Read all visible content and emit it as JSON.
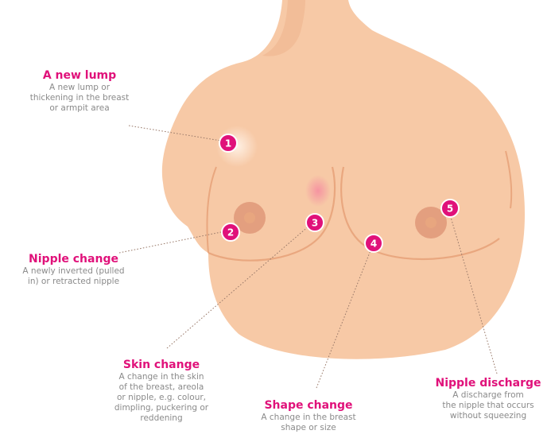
{
  "colors": {
    "skin": "#f7c9a6",
    "skin_shadow": "#e9a77f",
    "areola": "#e39f7f",
    "accent": "#e0117a",
    "muted_text": "#8a8a8a",
    "leader_line": "#9a7a6a"
  },
  "markers": [
    {
      "number": "1"
    },
    {
      "number": "2"
    },
    {
      "number": "3"
    },
    {
      "number": "4"
    },
    {
      "number": "5"
    }
  ],
  "callouts": {
    "new_lump": {
      "title": "A new lump",
      "description": "A new lump or\nthickening in the breast\nor armpit area"
    },
    "nipple_change": {
      "title": "Nipple change",
      "description": "A newly inverted (pulled\nin) or retracted nipple"
    },
    "skin_change": {
      "title": "Skin change",
      "description": "A change in the skin\nof the breast, areola\nor nipple, e.g. colour,\ndimpling, puckering or\nreddening"
    },
    "shape_change": {
      "title": "Shape change",
      "description": "A change in the breast\nshape or size"
    },
    "nipple_discharge": {
      "title": "Nipple discharge",
      "description": "A discharge from\nthe nipple that occurs\nwithout squeezing"
    }
  }
}
